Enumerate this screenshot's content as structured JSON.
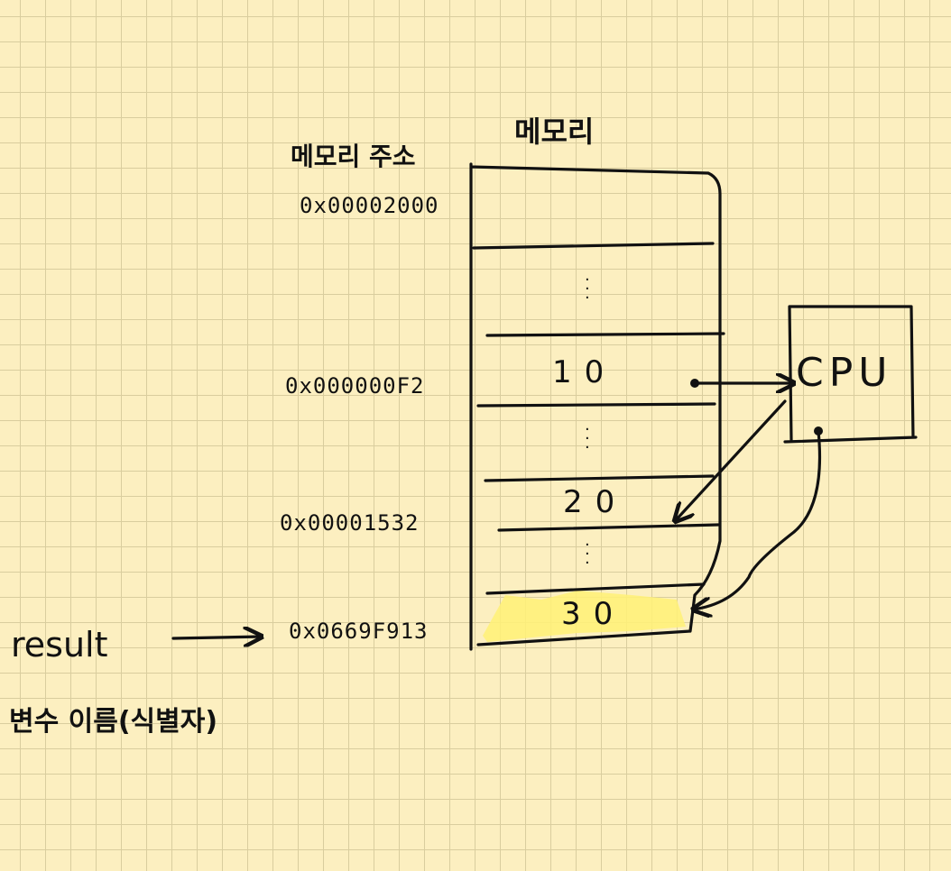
{
  "memory_title": "메모리",
  "address_header": "메모리 주소",
  "addresses": [
    "0x00002000",
    "0x000000F2",
    "0x00001532",
    "0x0669F913"
  ],
  "cell_values": [
    "10",
    "20",
    "30"
  ],
  "variable": {
    "name": "result",
    "caption": "변수 이름(식별자)"
  },
  "cpu_label": "CPU",
  "colors": {
    "paper": "#fcefc0",
    "grid": "#d9cd9e",
    "ink": "#111111",
    "highlight": "#fff176"
  }
}
